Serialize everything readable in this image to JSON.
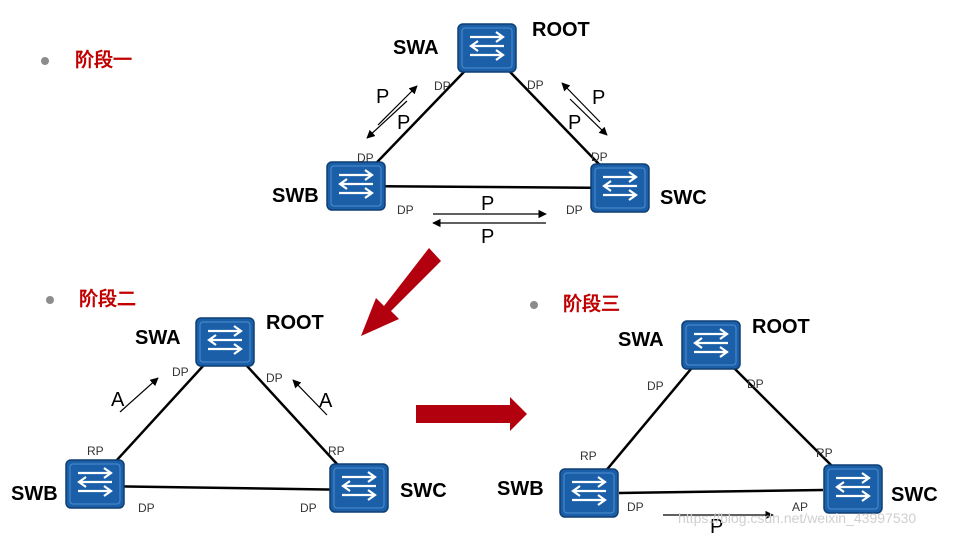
{
  "stages": {
    "s1": {
      "label": "阶段一"
    },
    "s2": {
      "label": "阶段二"
    },
    "s3": {
      "label": "阶段三"
    }
  },
  "switches": {
    "swa": "SWA",
    "swb": "SWB",
    "swc": "SWC",
    "root": "ROOT"
  },
  "ports": {
    "dp": "DP",
    "rp": "RP",
    "ap": "AP"
  },
  "messages": {
    "proposal": "P",
    "agreement": "A"
  },
  "colors": {
    "switch_blue": "#1a5fa8",
    "stage_red": "#c00000",
    "flow_arrow_red": "#b3000f"
  },
  "watermark": "https://blog.csdn.net/weixin_43997530"
}
